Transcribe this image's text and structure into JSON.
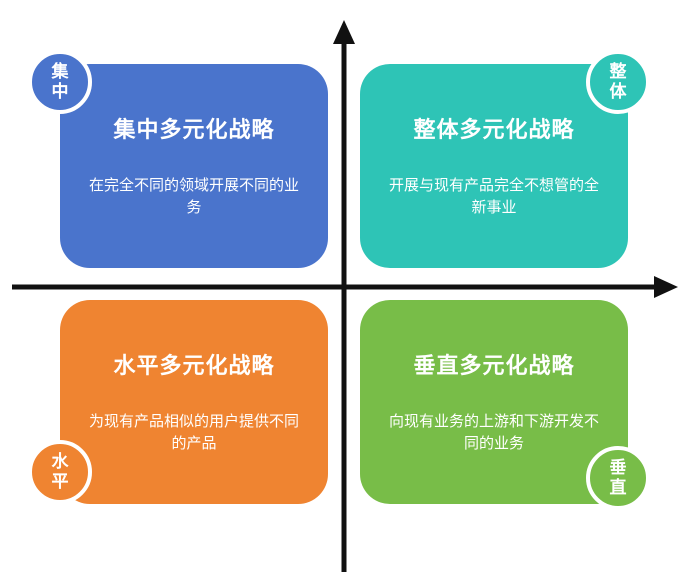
{
  "colors": {
    "blue": "#4a74cc",
    "teal": "#2ec4b6",
    "orange": "#ef8431",
    "green": "#78bd48",
    "axis": "#111111"
  },
  "quadrants": {
    "top_left": {
      "title": "集中多元化战略",
      "desc": "在完全不同的领域开展不同的业务",
      "badge": [
        "集",
        "中"
      ]
    },
    "top_right": {
      "title": "整体多元化战略",
      "desc": "开展与现有产品完全不想管的全新事业",
      "badge": [
        "整",
        "体"
      ]
    },
    "bottom_left": {
      "title": "水平多元化战略",
      "desc": "为现有产品相似的用户提供不同的产品",
      "badge": [
        "水",
        "平"
      ]
    },
    "bottom_right": {
      "title": "垂直多元化战略",
      "desc": "向现有业务的上游和下游开发不同的业务",
      "badge": [
        "垂",
        "直"
      ]
    }
  }
}
